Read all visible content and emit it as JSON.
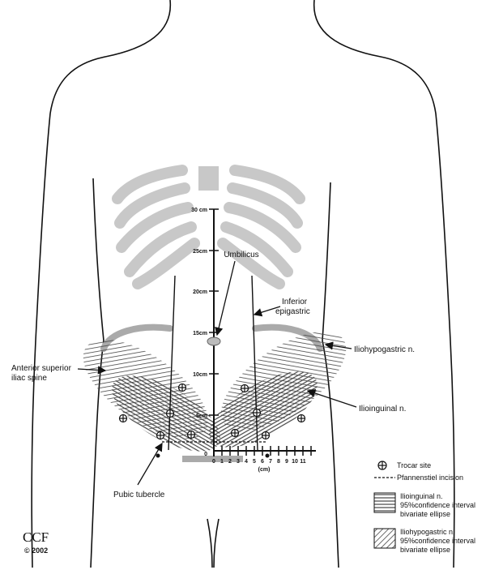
{
  "scale_vertical": {
    "ticks": [
      "30 cm",
      "25cm",
      "20cm",
      "15cm",
      "10cm",
      "5cm",
      "0"
    ]
  },
  "scale_horizontal": {
    "ticks": [
      "0",
      "1",
      "2",
      "3",
      "4",
      "5",
      "6",
      "7",
      "8",
      "9",
      "10",
      "11"
    ],
    "unit": "(cm)"
  },
  "labels": {
    "umbilicus": "Umbilicus",
    "inferior_epigastric_1": "Inferior",
    "inferior_epigastric_2": "epigastric",
    "asis_1": "Anterior superior",
    "asis_2": "iliac spine",
    "iliohypogastric": "Iliohypogastric n.",
    "ilioinguinal": "Ilioinguinal n.",
    "pubic_tubercle": "Pubic tubercle"
  },
  "legend": {
    "trocar": "Trocar site",
    "pfannenstiel": "Pfannenstiel incision",
    "ilioinguinal_1": "Ilioinguinal n.",
    "ilioinguinal_2": "95%confidence interval",
    "ilioinguinal_3": "bivariate ellipse",
    "iliohypogastric_1": "Iliohypogastric n.",
    "iliohypogastric_2": "95%confidence interval",
    "iliohypogastric_3": "bivariate ellipse"
  },
  "logo": {
    "name": "CCF",
    "year": "© 2002"
  },
  "colors": {
    "line": "#111111",
    "skeleton": "#c8c8c8",
    "hatch": "#555555"
  }
}
